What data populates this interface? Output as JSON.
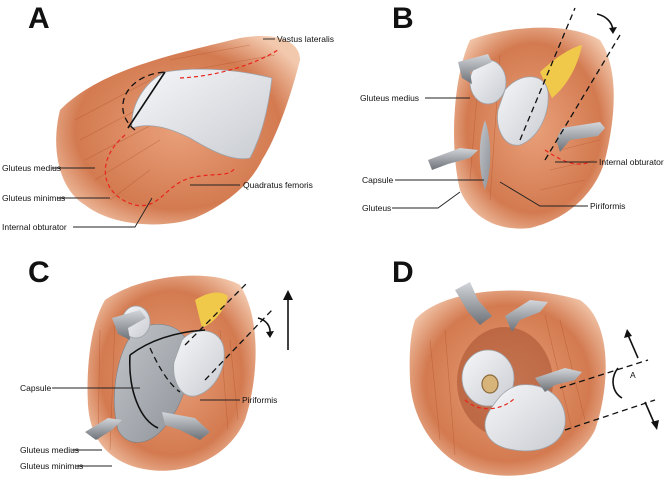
{
  "panels": {
    "a": {
      "letter": "A",
      "labels": [
        "Vastus  lateralis",
        "Gluteus medius",
        "Gluteus minimus",
        "Internal obturator",
        "Quadratus femoris"
      ]
    },
    "b": {
      "letter": "B",
      "labels": [
        "Gluteus medius",
        "Internal obturator",
        "Capsule",
        "Gluteus",
        "Piriformis"
      ]
    },
    "c": {
      "letter": "C",
      "labels": [
        "Capsule",
        "Piriformis",
        "Gluteus medius",
        "Gluteus minimus"
      ]
    },
    "d": {
      "letter": "D",
      "labels": [
        "A"
      ]
    }
  },
  "colors": {
    "muscle": "#d9825a",
    "muscle_dark": "#b8562f",
    "bone": "#e9ebee",
    "capsule": "#a9aeb4",
    "fat": "#f1c94a",
    "retractor": "#8e9398",
    "red_line": "#e8251c"
  }
}
